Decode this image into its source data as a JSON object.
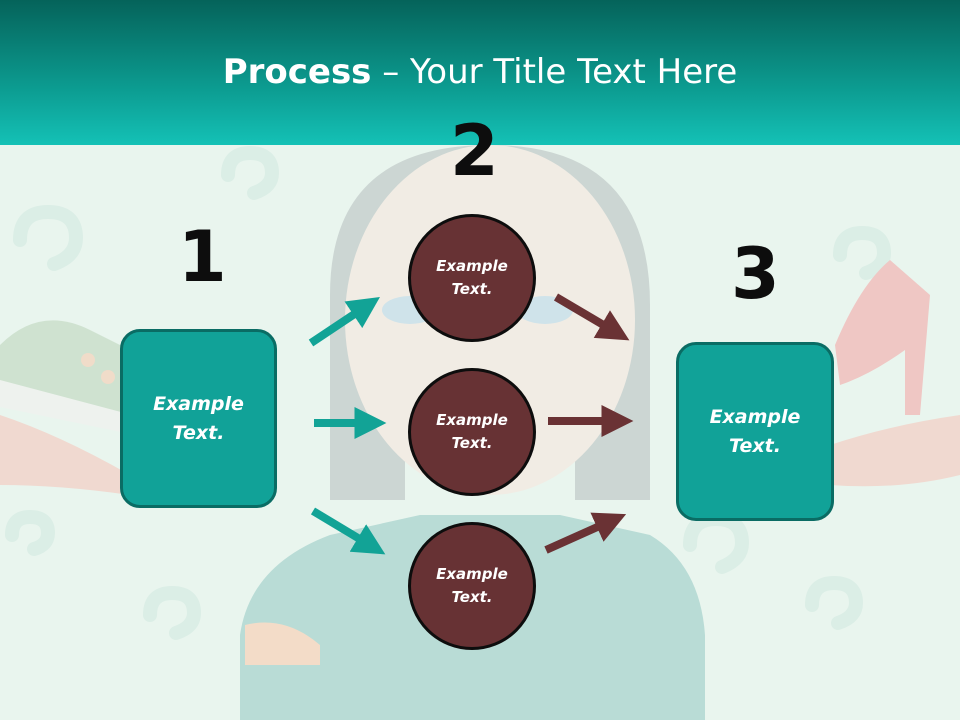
{
  "slide": {
    "title_bold": "Process",
    "title_rest": " – Your Title Text Here"
  },
  "steps": [
    {
      "number": "1",
      "text": "Example\nText."
    },
    {
      "number": "2",
      "nodes": [
        "Example\nText.",
        "Example\nText.",
        "Example\nText."
      ]
    },
    {
      "number": "3",
      "text": "Example\nText."
    }
  ],
  "colors": {
    "header_dark": "#05635a",
    "header_light": "#14c1b6",
    "box_fill": "#11a298",
    "circle_fill": "#673234",
    "arrow_teal": "#12a396",
    "arrow_brown": "#6a3234"
  }
}
